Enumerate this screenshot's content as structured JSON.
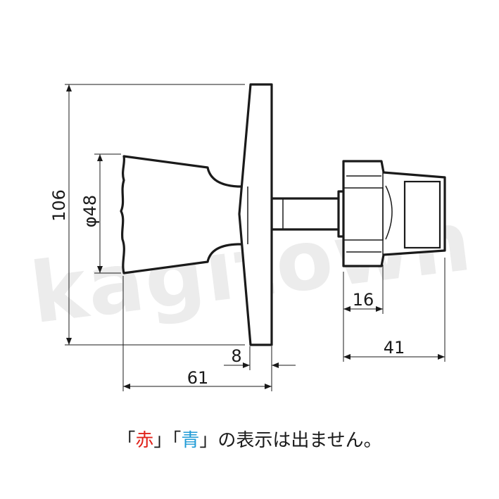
{
  "watermark": "kagitown",
  "dimensions": {
    "overall_height": "106",
    "knob_diameter": "φ48",
    "rosette_thickness": "8",
    "projection": "61",
    "tailpiece_inner": "16",
    "tailpiece_length": "41"
  },
  "caption": {
    "open_1": "「",
    "red_word": "赤",
    "close_1": "」",
    "open_2": "「",
    "blue_word": "青",
    "close_2": "」",
    "rest": "の表示は出ません。"
  },
  "colors": {
    "red": "#e0231b",
    "blue": "#1e9ad6"
  }
}
